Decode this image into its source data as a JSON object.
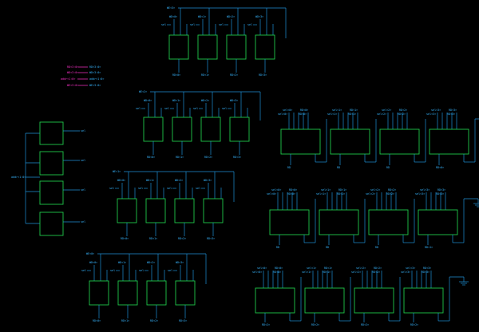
{
  "schematic": {
    "background": "#000000",
    "colors": {
      "wire": "#1f8fd6",
      "label": "#38b6ff",
      "box": "#1fc94a",
      "alias": "#ff33cc"
    },
    "aliases": [
      {
        "from": "RD<3:0>",
        "to": "RD<3:0>"
      },
      {
        "from": "WD<3:0>",
        "to": "WD<3:0>"
      },
      {
        "from": "addr<1:0>",
        "to": "addr<1:0>"
      },
      {
        "from": "WE<3:0>",
        "to": "WE<3:0>"
      }
    ],
    "decoder": {
      "input": "addr<1:0>",
      "outputs": [
        "sel",
        "sel",
        "sel",
        "sel"
      ]
    },
    "register_banks": [
      {
        "top": "WE<3>",
        "cols": [
          "WD<0>",
          "WD<1>",
          "WD<2>",
          "WD<3>"
        ],
        "side": [
          "sel",
          "sel",
          "sel",
          "sel"
        ],
        "bottom": [
          "RD<0>",
          "RD<1>",
          "RD<2>",
          "RD<3>"
        ]
      },
      {
        "top": "WE<2>",
        "cols": [
          "WD<0>",
          "WD<1>",
          "WD<2>",
          "WD<3>"
        ],
        "side": [
          "sel",
          "sel",
          "sel",
          "sel"
        ],
        "bottom": [
          "RD<0>",
          "RD<1>",
          "RD<2>",
          "RD<3>"
        ]
      },
      {
        "top": "WE<1>",
        "cols": [
          "WD<0>",
          "WD<1>",
          "WD<2>",
          "WD<3>"
        ],
        "side": [
          "sel",
          "sel",
          "sel",
          "sel"
        ],
        "bottom": [
          "RD<0>",
          "RD<1>",
          "RD<2>",
          "RD<3>"
        ]
      },
      {
        "top": "WE<0>",
        "cols": [
          "WD<0>",
          "WD<1>",
          "WD<2>",
          "WD<3>"
        ],
        "side": [
          "sel",
          "sel",
          "sel",
          "sel"
        ],
        "bottom": [
          "RD<0>",
          "RD<1>",
          "RD<2>",
          "RD<3>"
        ]
      }
    ],
    "mux_rows": [
      {
        "inputs": [
          [
            "sel<0>",
            "RD<0>"
          ],
          [
            "sel<1>",
            "RD<1>"
          ],
          [
            "sel<2>",
            "RD<2>"
          ],
          [
            "sel<3>",
            "RD<3>"
          ]
        ],
        "outputs": [
          "RD",
          "RD",
          "RD",
          "RD<0>"
        ]
      },
      {
        "inputs": [
          [
            "sel<0>",
            "RD<0>"
          ],
          [
            "sel<1>",
            "RD<1>"
          ],
          [
            "sel<2>",
            "RD<2>"
          ],
          [
            "sel<3>",
            "RD<3>"
          ]
        ],
        "outputs": [
          "RD",
          "RD",
          "RD",
          "RD<1>"
        ]
      },
      {
        "inputs": [
          [
            "sel<0>",
            "RD<0>"
          ],
          [
            "sel<1>",
            "RD<1>"
          ],
          [
            "sel<2>",
            "RD<2>"
          ],
          [
            "sel<3>",
            "RD<3>"
          ]
        ],
        "outputs": [
          "RD<2>",
          "RD<2>",
          "RD<2>",
          "RD<2>"
        ]
      }
    ]
  }
}
